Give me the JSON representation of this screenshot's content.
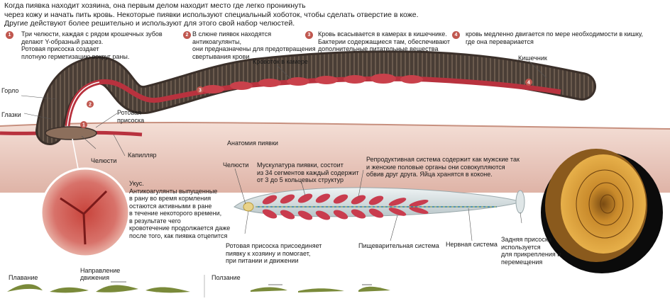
{
  "intro": "Когда пиявка находит хозяина, она первым делом находит место где легко проникнуть\nчерез кожу и начать пить кровь. Некоторые пиявки используют специальный хоботок, чтобы сделать отверстие в коже.\nДругие действуют более решительно и используют для этого свой набор челюстей.",
  "steps": [
    {
      "n": "1",
      "text": "Три челюсти, каждая с рядом крошечных зубов\nделают Y-образный разрез.\nРотовая присоска создает\nплотную герметизацию вокруг раны."
    },
    {
      "n": "2",
      "text": "В слюне пиявок находятся\nантикоагулянты,\nони предназначены для предотвращения\nсвертывания крови"
    },
    {
      "n": "3",
      "text": "Кровь всасывается в камерах в кишечнике.\nБактерии содержащиеся там, обеспечивают\nдополнительные питательные вещества"
    },
    {
      "n": "4",
      "text": "кровь медленно двигается по мере необходимости в кишку,\nгде она перевариается"
    }
  ],
  "labels": {
    "throat": "Горло",
    "eyes": "Глазки",
    "oral_sucker": "Ротовая\nприсоска",
    "capillary": "Капилляр",
    "jaws": "Челюсти",
    "clot": "Кровоток в камере",
    "intestine": "Кишечник",
    "anatomy": "Анатомия пиявки",
    "anat_jaws": "Челюсти",
    "musculature": "Мускулатура пиявки, состоит\nиз 34 сегментов каждый содержит\nот 3 до 5 кольцевых структур",
    "reproductive": "Репродуктивная система содержит как мужские так\nи женские половые органы они совокупляются\nобвив друг друга. Яйца хранятся в коконе.",
    "bite": "Укус.\nАнтикоагулянты выпущенные\nв рану во время кормления\nостаются активными в ране\nв течение некоторого времени,\nв результате чего\nкровотечение продолжается даже\n после того, как пиявка отцепится",
    "front_sucker": "Ротовая присоска присоединяет\nпиявку к хозяину и помогает,\nпри питании и движении",
    "digestive": "Пищеварительная система",
    "nervous": "Нервная система",
    "rear_sucker": "Задняя присоска\nиспользуется\nдля прикрепления и\nперемещения"
  },
  "movement": {
    "swimming": "Плавание",
    "direction": "Направление\nдвижения",
    "crawling": "Ползание"
  },
  "colors": {
    "body": "#4a3e36",
    "skin": "#e8c3b6",
    "blood": "#b8323e",
    "accent": "#c0574f",
    "sucker": "#c98a2b"
  }
}
